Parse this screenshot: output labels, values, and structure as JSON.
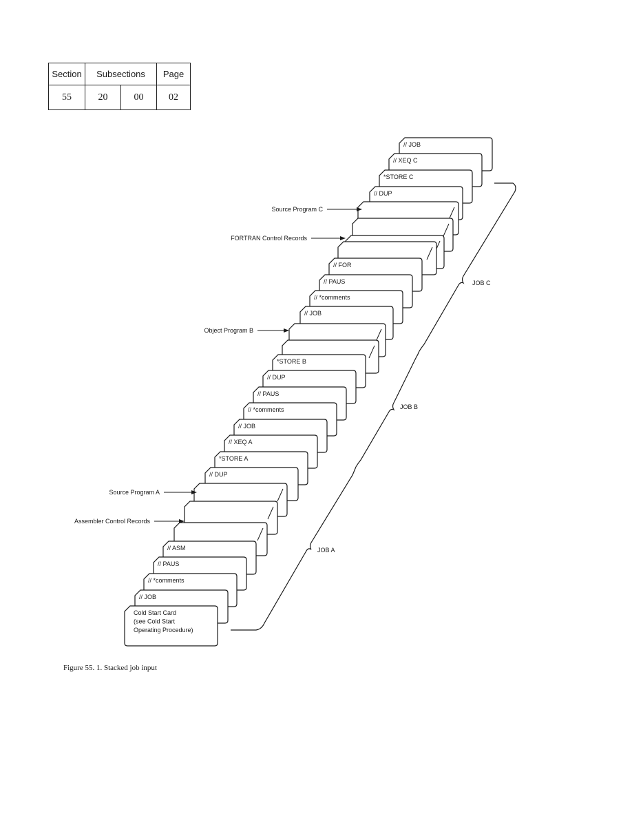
{
  "header": {
    "section_label": "Section",
    "subsections_label": "Subsections",
    "page_label": "Page",
    "section": "55",
    "subsection_1": "20",
    "subsection_2": "00",
    "page": "02"
  },
  "cards": [
    "Cold Start Card\n(see Cold Start\nOperating Procedure)",
    "// JOB",
    "// *comments",
    "// PAUS",
    "// ASM",
    "",
    "",
    "",
    "// DUP",
    "*STORE A",
    "// XEQ A",
    "// JOB",
    "// *comments",
    "// PAUS",
    "// DUP",
    "*STORE B",
    "",
    "",
    "// JOB",
    "// *comments",
    "// PAUS",
    "// FOR",
    "",
    "",
    "",
    "",
    "// DUP",
    "*STORE C",
    "// XEQ C",
    "// JOB"
  ],
  "callouts": [
    "Source Program A",
    "Assembler Control Records",
    "Object Program B",
    "FORTRAN Control Records",
    "Source Program C"
  ],
  "jobs": [
    "JOB A",
    "JOB B",
    "JOB C"
  ],
  "caption": "Figure 55. 1.  Stacked job input"
}
